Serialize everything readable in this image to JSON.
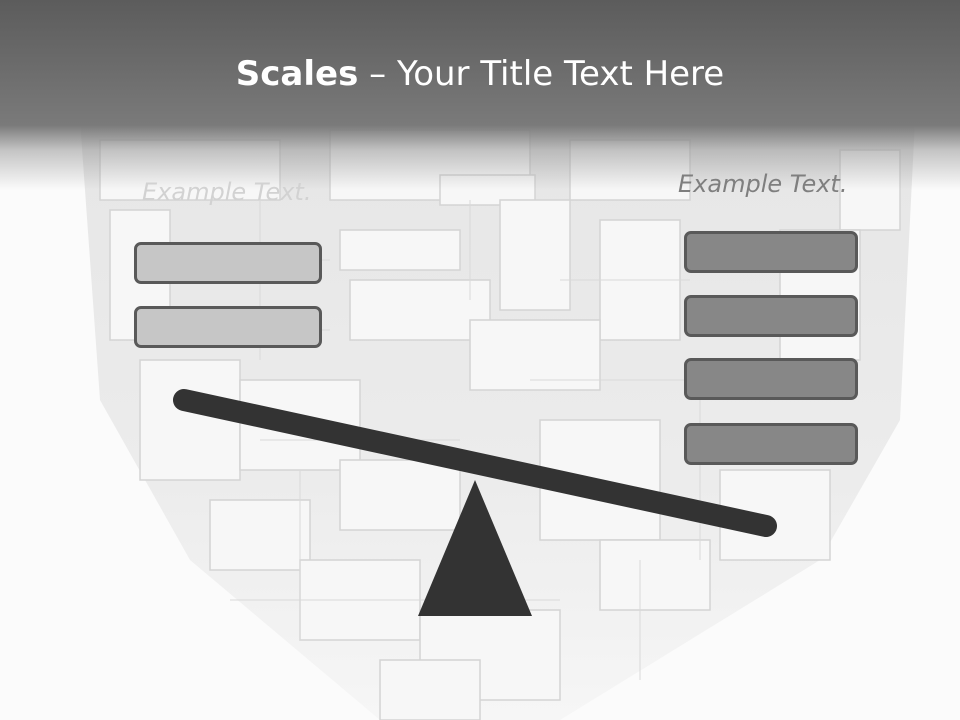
{
  "slide": {
    "title_bold": "Scales",
    "title_rest": " – Your Title Text Here",
    "left_label": "Example Text.",
    "right_label": "Example Text.",
    "left_boxes": [
      "",
      ""
    ],
    "right_boxes": [
      "",
      "",
      "",
      ""
    ]
  },
  "colors": {
    "title_bar": "#666666",
    "beam": "#333333",
    "fulcrum": "#333333",
    "left_box_fill": "#c6c6c6",
    "right_box_fill": "#878787",
    "box_border": "#595959"
  }
}
